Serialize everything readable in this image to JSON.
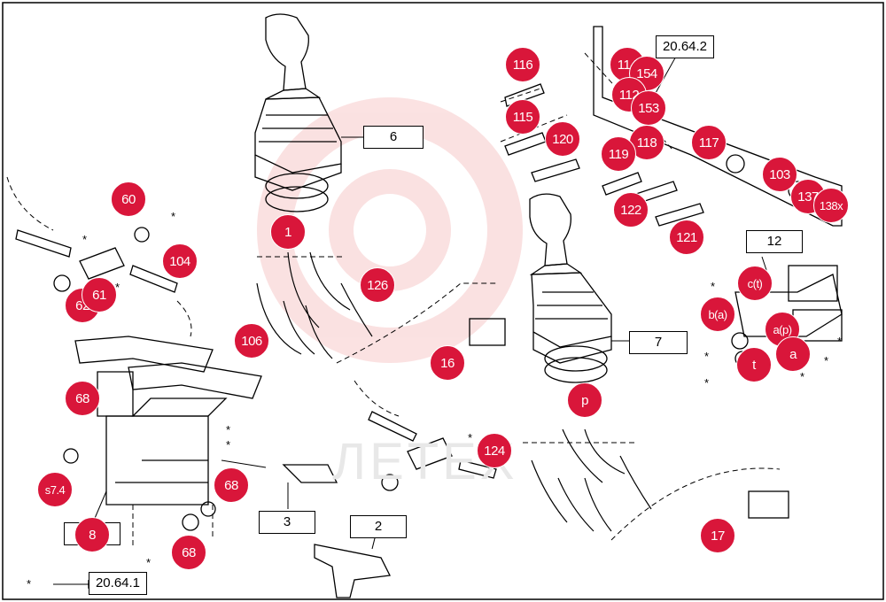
{
  "watermark_text": "ЛЕТЕХ",
  "reference_boxes": [
    {
      "name": "ref-6",
      "label": "6"
    },
    {
      "name": "ref-7",
      "label": "7"
    },
    {
      "name": "ref-12",
      "label": "12"
    },
    {
      "name": "ref-3",
      "label": "3"
    },
    {
      "name": "ref-2",
      "label": "2"
    },
    {
      "name": "ref-8",
      "label": "8"
    },
    {
      "name": "ref-20-64-2",
      "label": "20.64.2"
    },
    {
      "name": "ref-20-64-1",
      "label": "20.64.1"
    }
  ],
  "callouts": [
    "116",
    "115",
    "120",
    "114",
    "154",
    "112",
    "153",
    "118",
    "119",
    "117",
    "122",
    "121",
    "103",
    "137",
    "138x",
    "1",
    "126",
    "106",
    "60",
    "104",
    "62",
    "61",
    "16",
    "c(t)",
    "b(a)",
    "a(p)",
    "t",
    "a",
    "p",
    "124",
    "68",
    "s7.4",
    "68",
    "68",
    "17",
    "8"
  ],
  "note_symbol": "*"
}
